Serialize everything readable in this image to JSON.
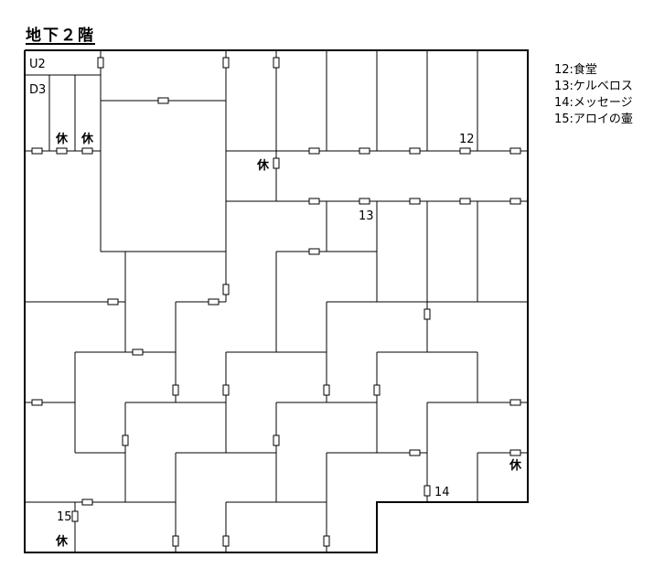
{
  "title": "地下２階",
  "stairs": {
    "up": "U2",
    "down": "D3"
  },
  "rest_label": "休",
  "room_numbers": {
    "r12": "12",
    "r13": "13",
    "r14": "14",
    "r15": "15"
  },
  "legend": [
    {
      "label": "12:食堂"
    },
    {
      "label": "13:ケルベロス"
    },
    {
      "label": "14:メッセージ"
    },
    {
      "label": "15:アロイの壷"
    }
  ]
}
